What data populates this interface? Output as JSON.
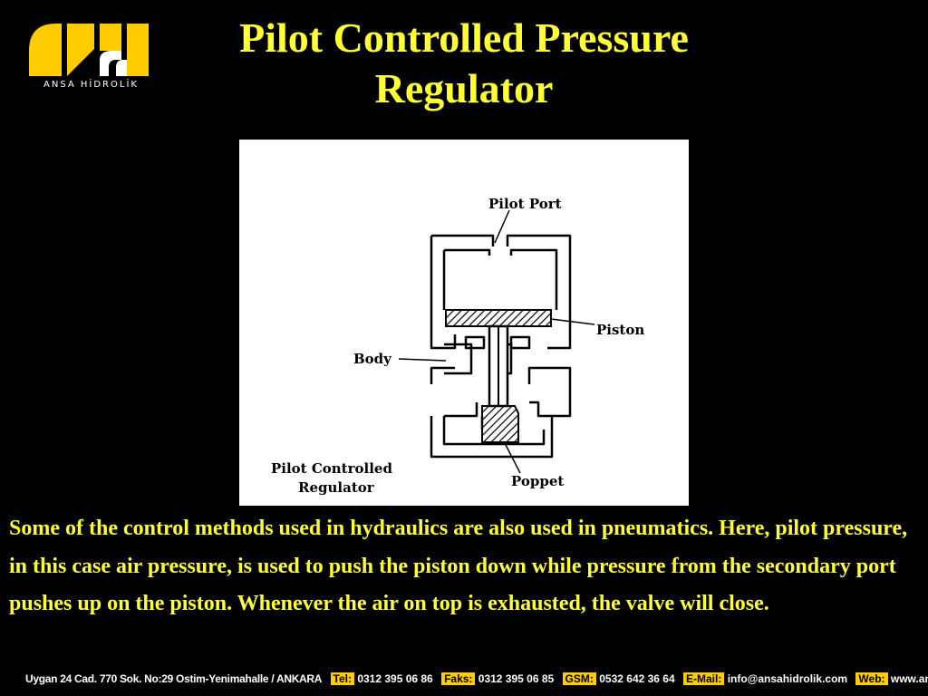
{
  "slide": {
    "title": "Pilot Controlled Pressure Regulator",
    "body": "Some of the control methods used in hydraulics are also used in pneumatics.  Here, pilot pressure, in this case air pressure, is used to push the piston down while pressure from the secondary port pushes up on the piston.  Whenever the air on top is exhausted, the valve will close."
  },
  "logo": {
    "company": "ANSA HİDROLİK",
    "colors": {
      "yellow": "#ffcc00",
      "white": "#ffffff"
    }
  },
  "figure": {
    "labels": {
      "pilot_port": "Pilot Port",
      "piston": "Piston",
      "body": "Body",
      "poppet": "Poppet",
      "caption_line1": "Pilot Controlled",
      "caption_line2": "Regulator"
    }
  },
  "footer": {
    "address": "Uygan 24 Cad. 770 Sok. No:29 Ostim-Yenimahalle / ANKARA",
    "tel_label": "Tel:",
    "tel": "0312 395 06 86",
    "fax_label": "Faks:",
    "fax": "0312 395 06 85",
    "gsm_label": "GSM:",
    "gsm": "0532 642 36 64",
    "email_label": "E-Mail:",
    "email": "info@ansahidrolik.com",
    "web_label": "Web:",
    "web": "www.ansahidrolik.com"
  },
  "colors": {
    "background": "#000000",
    "text_yellow": "#ffff33"
  }
}
